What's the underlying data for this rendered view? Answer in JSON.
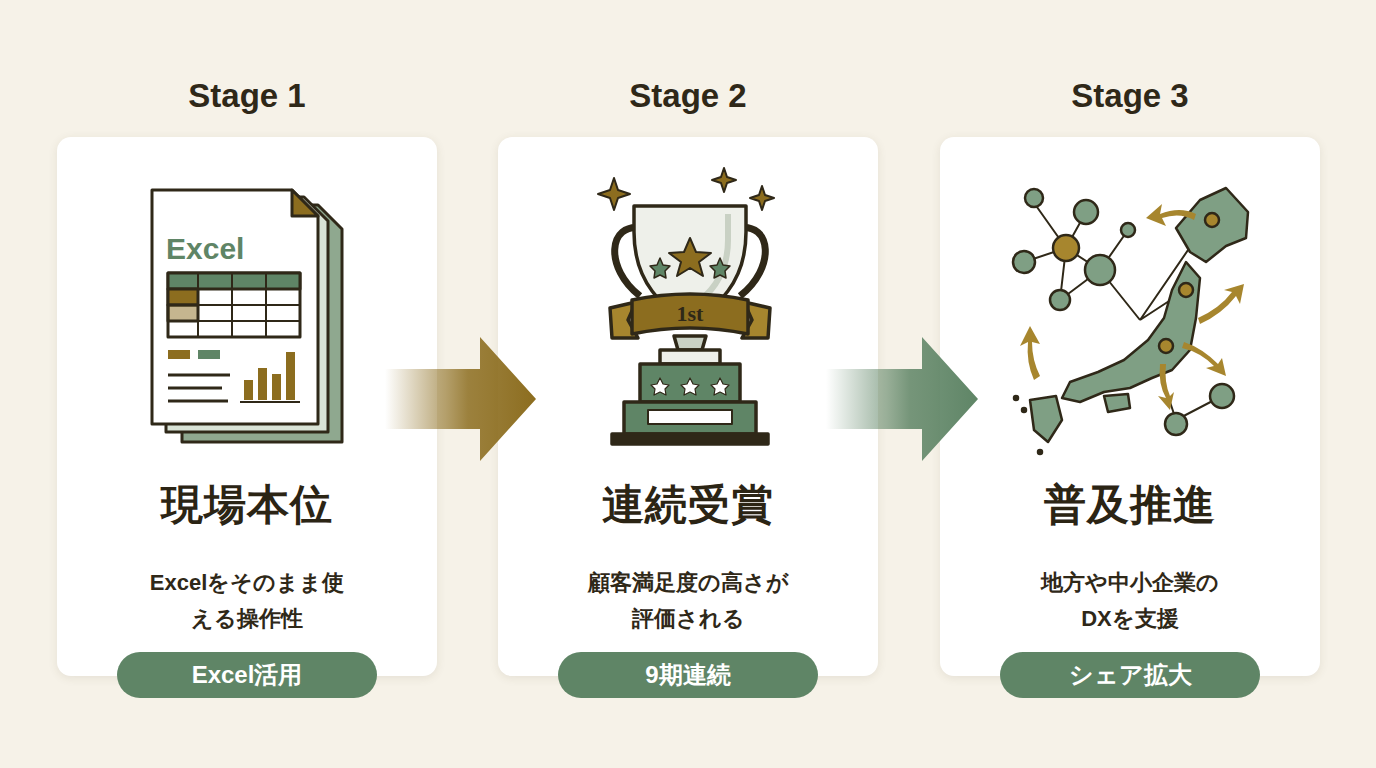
{
  "diagram": {
    "nodes": [
      {
        "text": [
          "Stage 1",
          "現場本位",
          "Excelをそのまま使える操作性"
        ]
      },
      {
        "text": [
          "Excel活用"
        ],
        "in": 0
      },
      {
        "text": [
          "Stage 2",
          "連続受賞",
          "顧客満足度の高さが評価される"
        ]
      },
      {
        "text": [
          "9期連続"
        ],
        "in": 2
      },
      {
        "text": [
          "Stage 3",
          "普及推進",
          "地方や中小企業のDXを支援"
        ]
      },
      {
        "text": [
          "シェア拡大"
        ],
        "in": 4
      }
    ],
    "edges": [
      {
        "from": 0,
        "to": 2,
        "arrow": "to"
      },
      {
        "from": 2,
        "to": 4,
        "arrow": "to"
      }
    ],
    "labels": [
      "Excel",
      "1st"
    ]
  }
}
